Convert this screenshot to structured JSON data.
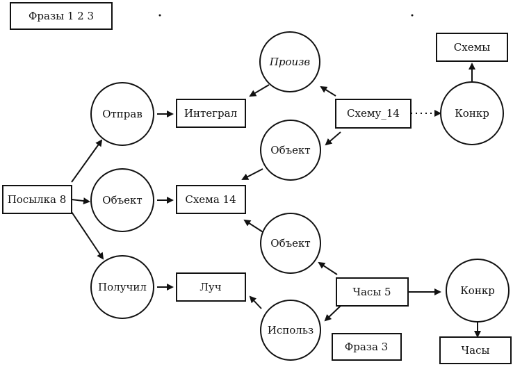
{
  "labels": {
    "frazy": "Фразы 1 2 3",
    "posylka": "Посылка 8",
    "otprav": "Отправ",
    "obekt_mid": "Объект",
    "poluchil": "Получил",
    "integral": "Интеграл",
    "skhema14": "Схема 14",
    "luch": "Луч",
    "proizv": "Произв",
    "obekt_upper": "Объект",
    "obekt_lower": "Объект",
    "ispolz": "Использ",
    "skhemu14": "Схему_14",
    "chasy5": "Часы 5",
    "fraza3": "Фраза 3",
    "skhemy": "Схемы",
    "konkr_top": "Конкр",
    "konkr_bottom": "Конкр",
    "chasy": "Часы"
  }
}
